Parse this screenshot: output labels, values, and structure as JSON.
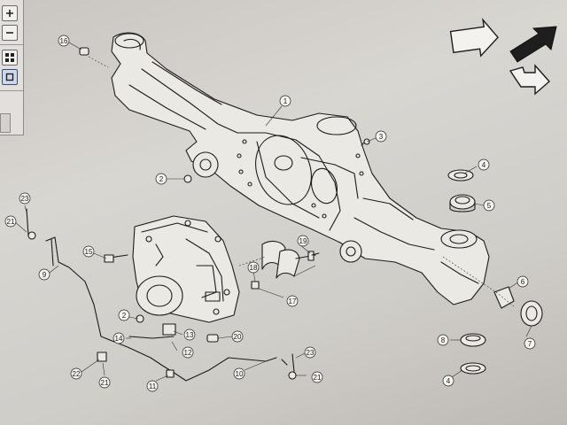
{
  "toolbar": {
    "buttons": [
      {
        "name": "zoom-in",
        "icon": "plus-icon"
      },
      {
        "name": "zoom-out",
        "icon": "minus-icon"
      },
      {
        "name": "fit-page",
        "icon": "grid-icon"
      },
      {
        "name": "select",
        "icon": "square-icon"
      }
    ]
  },
  "nav": {
    "previous_icon": "outline-arrow-left-up-icon",
    "next_icon": "filled-arrow-right-up-icon",
    "down_icon": "outline-arrow-down-right-icon"
  },
  "callouts": [
    "16",
    "1",
    "3",
    "2",
    "4",
    "5",
    "23",
    "21",
    "15",
    "19",
    "9",
    "18",
    "17",
    "6",
    "2",
    "13",
    "20",
    "7",
    "14",
    "8",
    "12",
    "22",
    "21",
    "10",
    "23",
    "21",
    "11",
    "4"
  ],
  "colors": {
    "paper": "#d8d6d1",
    "ink": "#1c1c1c",
    "toolbar": "#e2e0dc"
  }
}
